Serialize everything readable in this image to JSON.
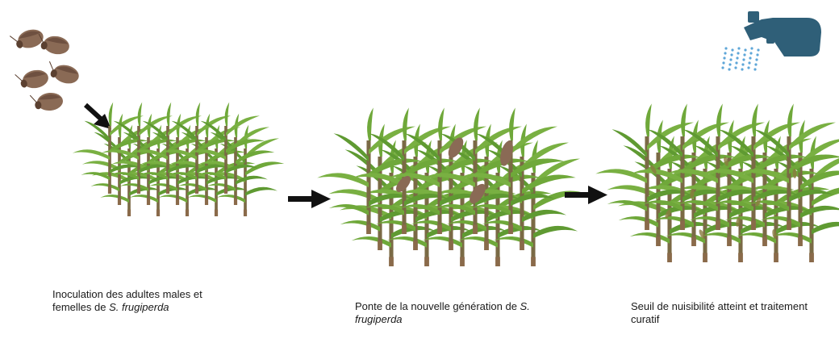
{
  "steps": [
    {
      "text": "Inoculation des adultes males et femelles de ",
      "species": "S. frugiperda"
    },
    {
      "text": "Ponte de la nouvelle génération de ",
      "species": "S. frugiperda"
    },
    {
      "text": "Seuil de nuisibilité atteint et traitement curatif",
      "species": ""
    }
  ],
  "colors": {
    "leaf": "#6fa83a",
    "leaf_dark": "#4d8a2a",
    "stem_base": "#8a6a4a",
    "moth": "#8a6a55",
    "sprayer": "#2f5f78",
    "spray": "#5ea6d8",
    "arrow": "#111111"
  },
  "icons": [
    "moth-icon",
    "arrow-icon",
    "corn-plant-icon",
    "sprayer-icon",
    "spray-droplets-icon"
  ]
}
